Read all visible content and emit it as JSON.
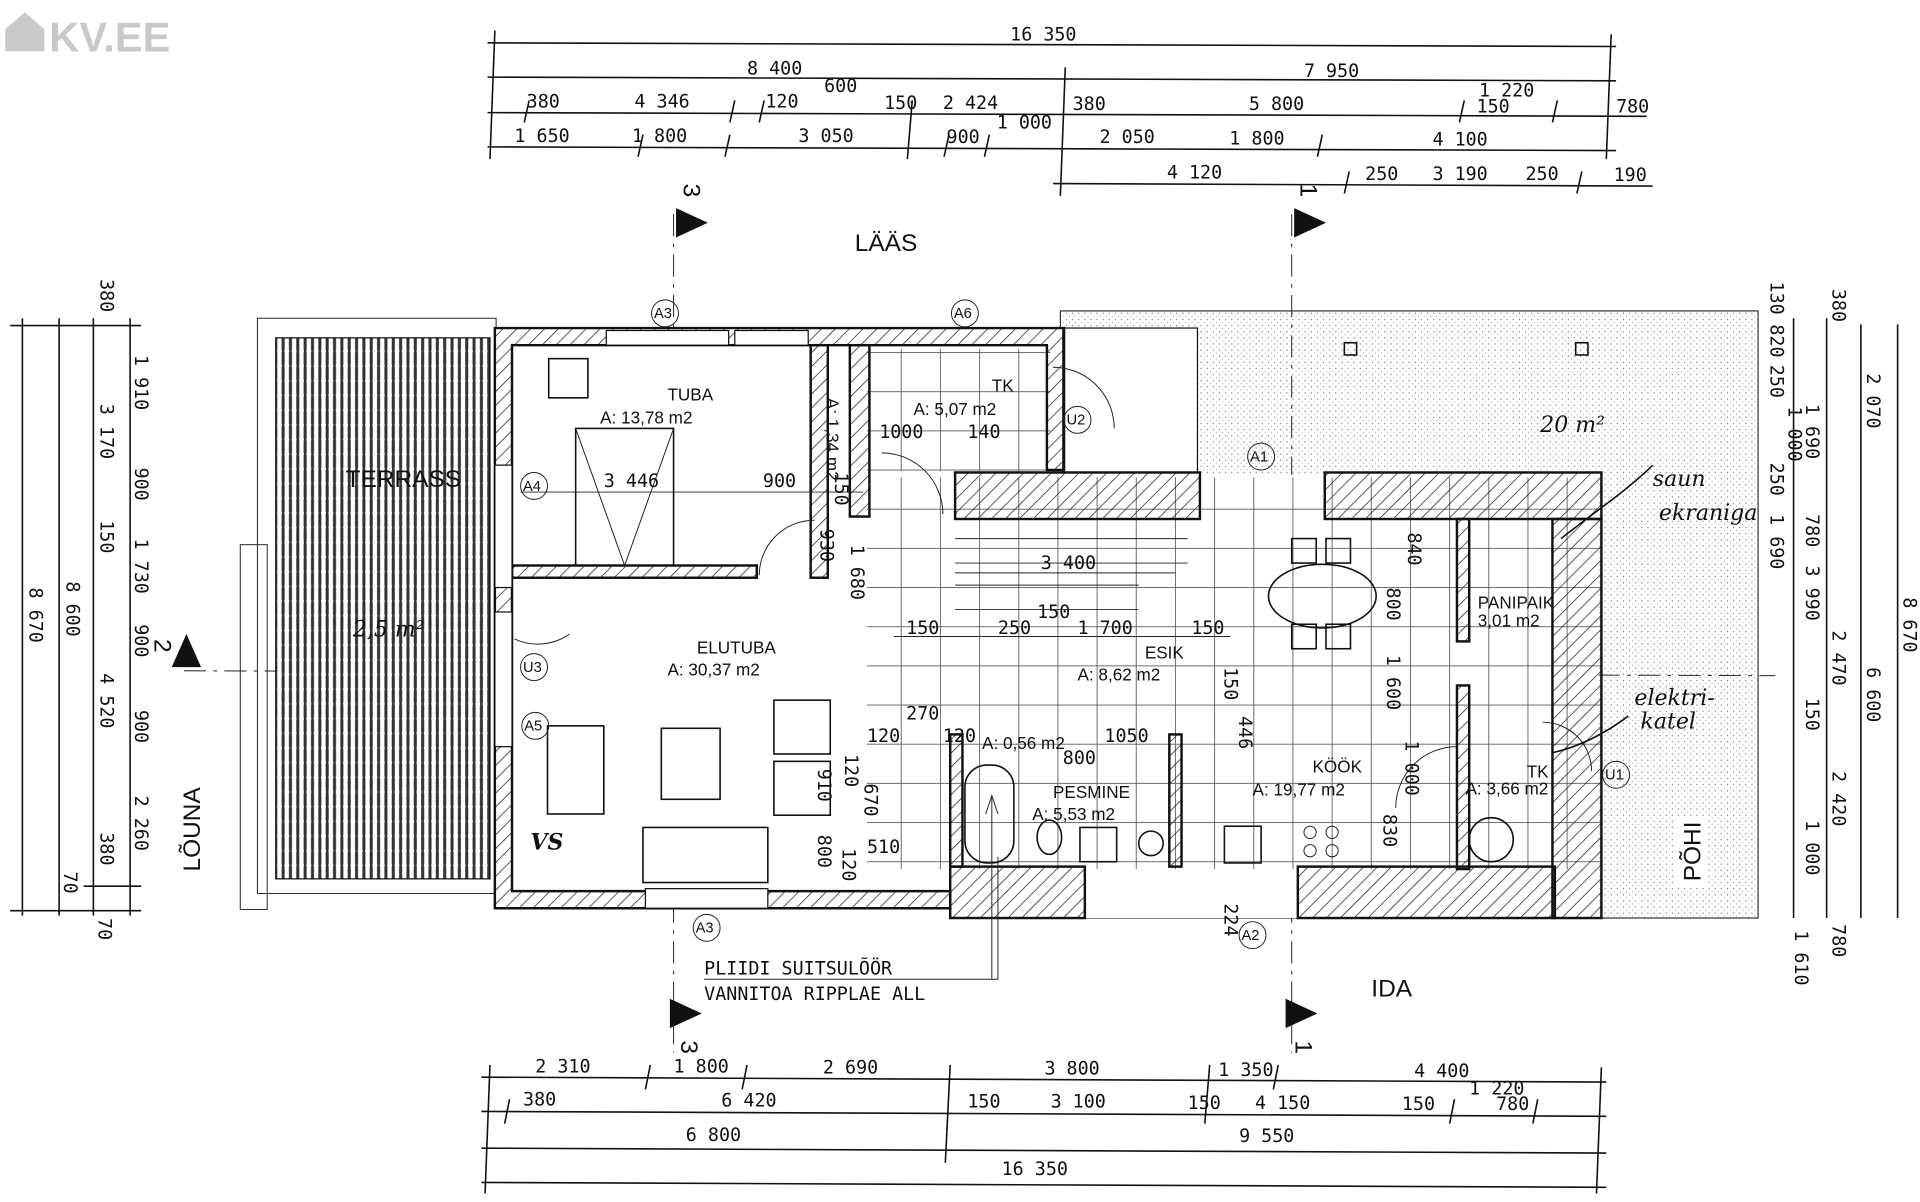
{
  "logo": "KV.EE",
  "compass": {
    "west": "LÄÄS",
    "east": "IDA",
    "south": "LÕUNA",
    "north": "PÕHI"
  },
  "sections": {
    "s3": "3",
    "s1": "1",
    "s2": "2"
  },
  "top_dims": {
    "r1": [
      "16 350"
    ],
    "r2": [
      "8 400",
      "7 950"
    ],
    "r3": [
      "380",
      "4 346",
      "120",
      "600",
      "150",
      "2 424",
      "1 000",
      "380",
      "5 800",
      "1 220",
      "150",
      "780"
    ],
    "r4": [
      "1 650",
      "1 800",
      "3 050",
      "900",
      "2 050",
      "1 800",
      "4 100"
    ],
    "r5": [
      "4 120",
      "250",
      "3 190",
      "250",
      "190"
    ]
  },
  "bottom_dims": {
    "r1": [
      "2 310",
      "1 800",
      "2 690",
      "3 800",
      "1 350",
      "4 400"
    ],
    "r2": [
      "380",
      "6 420",
      "150",
      "3 100",
      "150",
      "4 150",
      "150",
      "1 220",
      "780"
    ],
    "r3": [
      "6 800",
      "9 550"
    ],
    "r4": [
      "16 350"
    ]
  },
  "left_dims": [
    "8 670",
    "8 600",
    "380",
    "3 170",
    "150",
    "4 520",
    "380",
    "70",
    "1 910",
    "900",
    "1 730",
    "900",
    "900",
    "2 260",
    "70"
  ],
  "right_dims": [
    "130",
    "820",
    "250",
    "1 000",
    "250",
    "1 690",
    "380",
    "1 690",
    "780",
    "150",
    "1 000",
    "780",
    "1 610",
    "2 070",
    "3 990",
    "2 470",
    "2 420",
    "8 670",
    "6 600"
  ],
  "interior_dims": [
    "3 446",
    "900",
    "150",
    "930",
    "1 680",
    "1000",
    "140",
    "3 400",
    "150",
    "150",
    "250",
    "1 700",
    "150",
    "120",
    "270",
    "120",
    "800",
    "1050",
    "446",
    "150",
    "1 600",
    "1 000",
    "830",
    "120",
    "910",
    "670",
    "510",
    "800",
    "120",
    "224",
    "840",
    "800"
  ],
  "rooms": [
    {
      "name": "TUBA",
      "area": "A: 13,78 m2"
    },
    {
      "name": "TK",
      "area": "A: 5,07 m2"
    },
    {
      "name": "ELUTUBA",
      "area": "A: 30,37 m2"
    },
    {
      "name": "ESIK",
      "area": "A: 8,62 m2"
    },
    {
      "name": "PESMINE",
      "area": "A: 5,53 m2"
    },
    {
      "name": "KÖÖK",
      "area": "A: 19,77 m2"
    },
    {
      "name": "PANIPAIK",
      "area": "3,01 m2"
    },
    {
      "name": "TK",
      "area": "A: 3,66 m2"
    },
    {
      "name": "",
      "area": "A: 0,56 m2"
    },
    {
      "name": "",
      "area": "A: 1,34 m2"
    },
    {
      "name": "TERRASS",
      "area": ""
    }
  ],
  "axes": [
    "A3",
    "A6",
    "A1",
    "A4",
    "U3",
    "A5",
    "A3",
    "A2",
    "U2",
    "U1"
  ],
  "handwritten": {
    "terrace_area": "2,5 m²",
    "yard_area": "20 m²",
    "sauna1": "saun",
    "sauna2": "ekraniga",
    "boiler1": "elektri-",
    "boiler2": "katel",
    "vs": "VS"
  },
  "note": {
    "line1": "PLIIDI SUITSULÕÖR",
    "line2": "VANNITOA RIPPLAE ALL"
  }
}
